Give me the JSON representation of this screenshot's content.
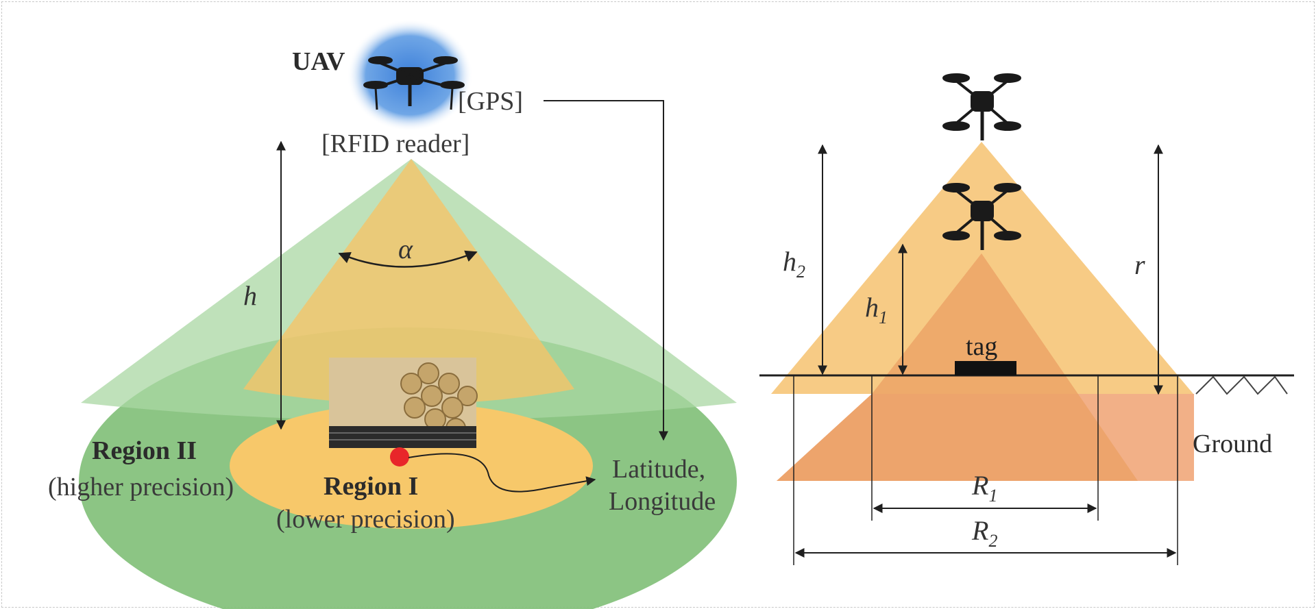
{
  "left_diagram": {
    "uav_label": "UAV",
    "gps_label": "[GPS]",
    "reader_label": "[RFID reader]",
    "angle_symbol": "α",
    "height_symbol": "h",
    "region2_title": "Region II",
    "region2_note": "(higher precision)",
    "region1_title": "Region I",
    "region1_note": "(lower precision)",
    "output_line1": "Latitude,",
    "output_line2": "Longitude"
  },
  "right_diagram": {
    "h2_symbol": "h",
    "h2_sub": "2",
    "h1_symbol": "h",
    "h1_sub": "1",
    "r_symbol": "r",
    "tag_label": "tag",
    "ground_label": "Ground",
    "R1_symbol": "R",
    "R1_sub": "1",
    "R2_symbol": "R",
    "R2_sub": "2"
  },
  "colors": {
    "cone_green": "#a9d7a3",
    "disc_green": "#7fbf77",
    "cone_yellow": "#f3c46a",
    "disc_yellow": "#f7c86a",
    "cone_orange_top": "#f6c578",
    "cone_orange_mid": "#eca064",
    "cone_orange_low": "#f1a77a",
    "tag_dot": "#e8262a",
    "line": "#1f1f1f"
  }
}
